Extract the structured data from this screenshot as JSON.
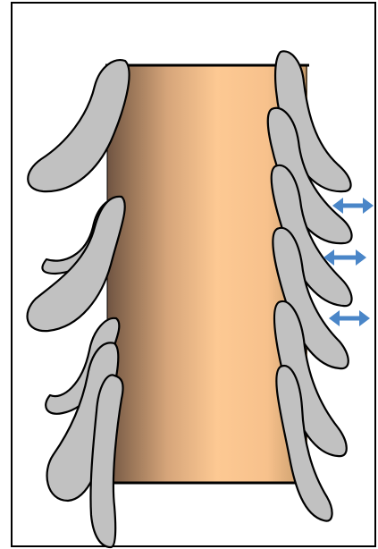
{
  "diagram": {
    "colors": {
      "background": "#ffffff",
      "frame_stroke": "#000000",
      "shaft_light": "#fdc993",
      "shaft_mid": "#e9b17f",
      "shaft_dark": "#6f5442",
      "petal_fill": "#c1c1c1",
      "petal_stroke": "#000000",
      "arrow_fill": "#4a86c8"
    },
    "shaft": {
      "label": "",
      "shading": "cylinder-gradient"
    },
    "left_petals": [
      {
        "id": "left-petal-1"
      },
      {
        "id": "left-petal-2"
      },
      {
        "id": "left-petal-3"
      },
      {
        "id": "left-petal-4"
      },
      {
        "id": "left-petal-5"
      }
    ],
    "right_petals": [
      {
        "id": "right-petal-1"
      },
      {
        "id": "right-petal-2"
      },
      {
        "id": "right-petal-3"
      },
      {
        "id": "right-petal-4"
      },
      {
        "id": "right-petal-5"
      },
      {
        "id": "right-petal-6"
      }
    ],
    "arrows": [
      {
        "id": "arrow-1",
        "icon": "double-headed-horizontal-arrow"
      },
      {
        "id": "arrow-2",
        "icon": "double-headed-horizontal-arrow"
      },
      {
        "id": "arrow-3",
        "icon": "double-headed-horizontal-arrow"
      }
    ]
  }
}
